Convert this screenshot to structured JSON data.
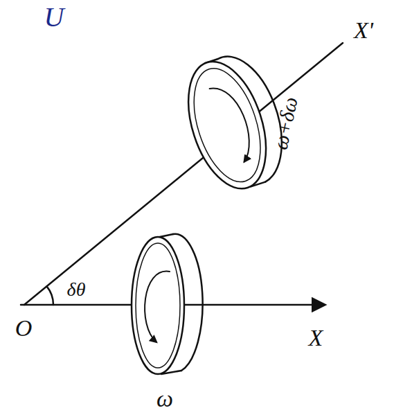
{
  "diagram": {
    "labels": [
      "U",
      "X'",
      "ω+δω",
      "δθ",
      "O",
      "X",
      "ω"
    ]
  }
}
